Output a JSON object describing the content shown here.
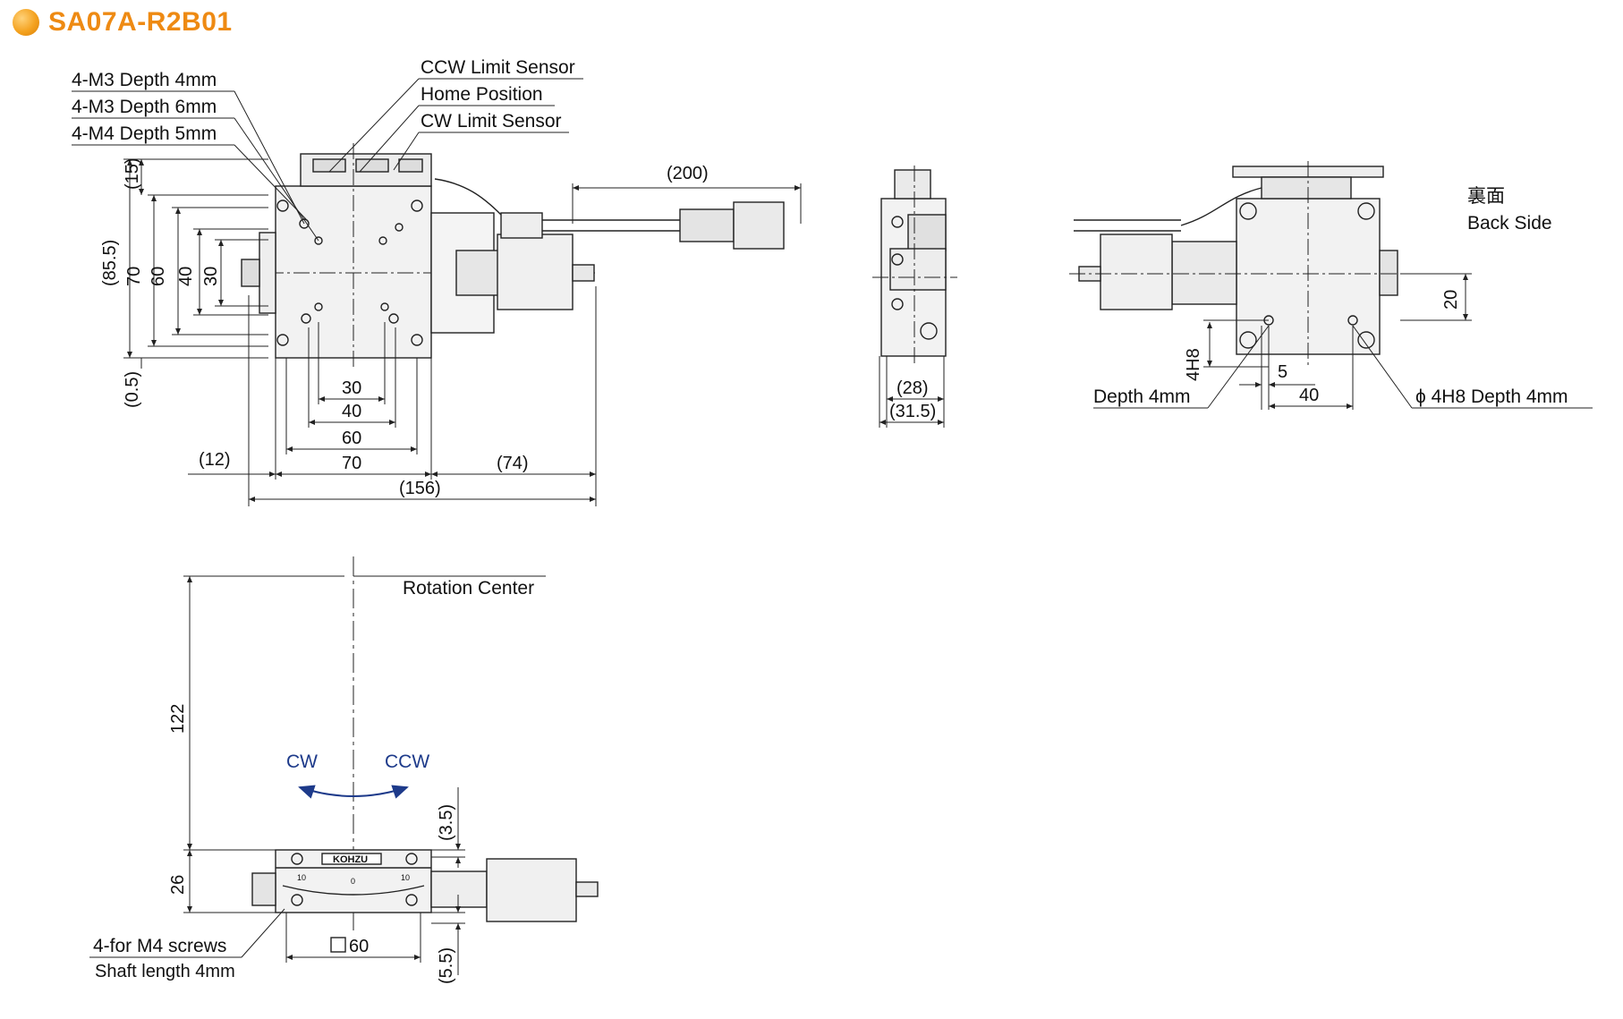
{
  "title": "SA07A-R2B01",
  "colors": {
    "accent": "#ee8a13",
    "rotation_arrow": "#1d3a8a",
    "line": "#222222",
    "body_fill": "#f2f2f2"
  },
  "top_view": {
    "callouts": [
      "4-M3 Depth 4mm",
      "4-M3 Depth 6mm",
      "4-M4 Depth 5mm"
    ],
    "sensors": [
      "CCW Limit Sensor",
      "Home Position",
      "CW Limit Sensor"
    ],
    "dims_vertical": [
      "(15)",
      "(85.5)",
      "70",
      "60",
      "40",
      "30",
      "(0.5)"
    ],
    "dims_horizontal": [
      "30",
      "40",
      "60",
      "70",
      "(12)",
      "(74)",
      "(156)"
    ],
    "cable_length": "(200)"
  },
  "side_view": {
    "dims": [
      "(28)",
      "(31.5)"
    ]
  },
  "back_view": {
    "label_jp": "裏面",
    "label_en": "Back Side",
    "dims": [
      "20",
      "4H8",
      "5",
      "40"
    ],
    "callout_left": "Depth 4mm",
    "callout_right": "ϕ 4H8 Depth 4mm"
  },
  "front_view": {
    "rotation_center": "Rotation Center",
    "height_dims": [
      "122",
      "26"
    ],
    "offset_dims": [
      "(3.5)",
      "(5.5)"
    ],
    "cw": "CW",
    "ccw": "CCW",
    "brand": "KOHZU",
    "scale_marks": [
      "10",
      "0",
      "10"
    ],
    "screws": "4-for M4 screws",
    "shaft": "Shaft length 4mm",
    "square_size": "60"
  }
}
